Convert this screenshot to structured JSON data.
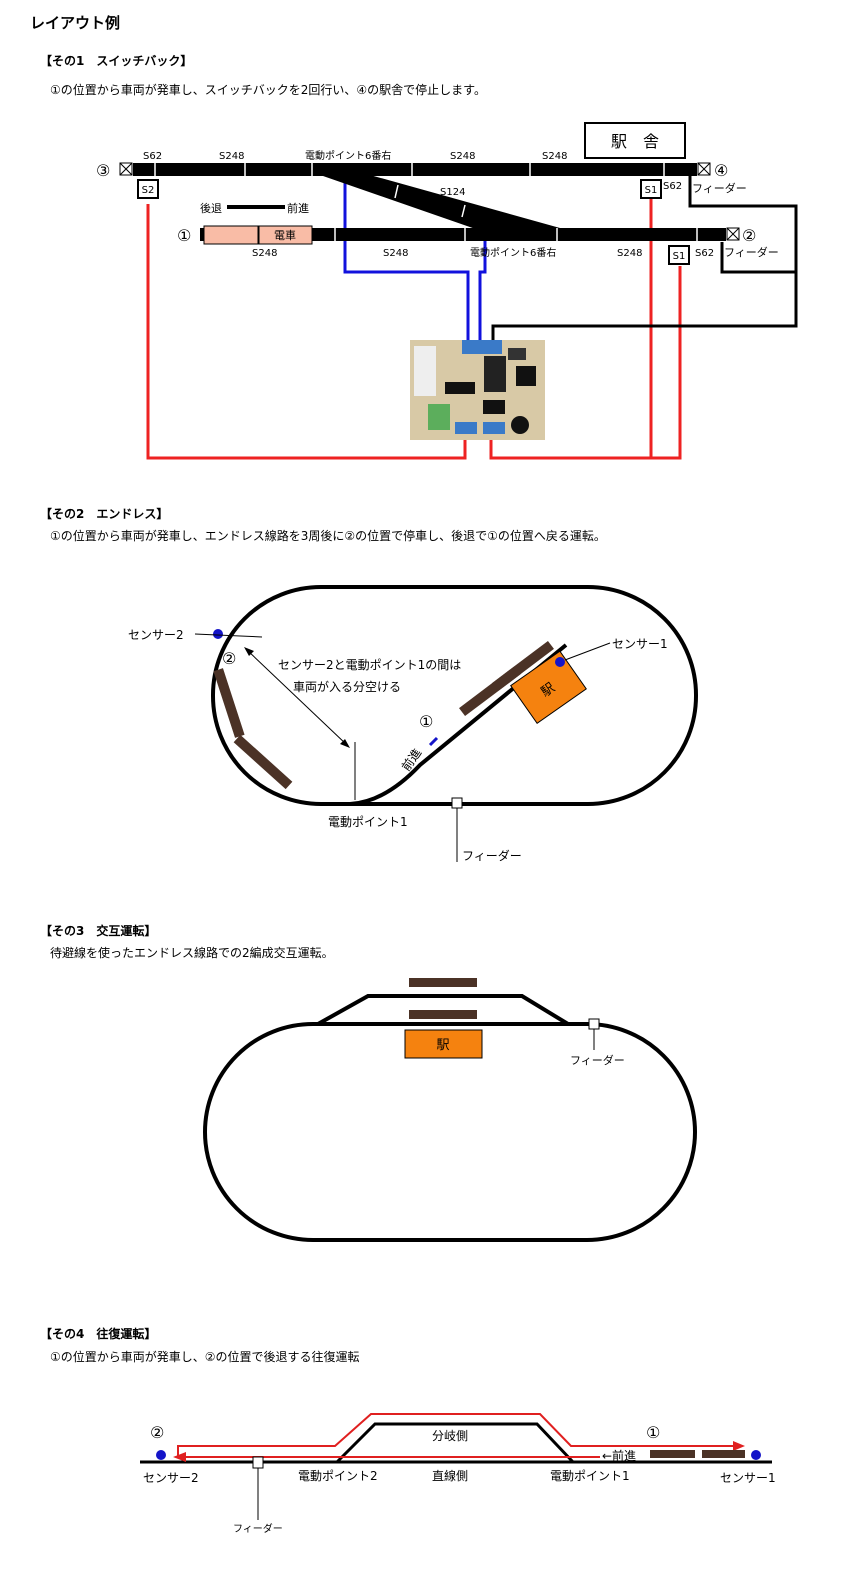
{
  "title": "レイアウト例",
  "section1": {
    "heading": "【その1　スイッチバック】",
    "desc": "①の位置から車両が発車し、スイッチバックを2回行い、④の駅舎で停止します。",
    "station": "駅　舎",
    "marks": [
      "③",
      "④",
      "①",
      "②"
    ],
    "top_labels": [
      "S62",
      "S248",
      "電動ポイント6番右",
      "S248",
      "S248"
    ],
    "diag_label": "S124",
    "bottom_labels": [
      "S248",
      "S248",
      "電動ポイント6番右",
      "S248"
    ],
    "s62_labels": [
      "S62",
      "S62"
    ],
    "sensors": [
      "S2",
      "S1",
      "S1"
    ],
    "feeder": "フィーダー",
    "back": "後退",
    "forward": "前進",
    "train": "電車",
    "colors": {
      "sensor_wire": "#ee2222",
      "point_wire": "#1111dd",
      "train": "#f9bca6"
    }
  },
  "section2": {
    "heading": "【その2　エンドレス】",
    "desc": "①の位置から車両が発車し、エンドレス線路を3周後に②の位置で停車し、後退で①の位置へ戻る運転。",
    "sensor2": "センサー2",
    "sensor1": "センサー1",
    "note1": "センサー2と電動ポイント1の間は",
    "note2": "車両が入る分空ける",
    "mark1": "①",
    "mark2": "②",
    "forward": "前進",
    "station": "駅",
    "point": "電動ポイント1",
    "feeder": "フィーダー",
    "colors": {
      "station": "#f5820f",
      "sensor": "#1414c8"
    }
  },
  "section3": {
    "heading": "【その3　交互運転】",
    "desc": "待避線を使ったエンドレス線路での2編成交互運転。",
    "station": "駅",
    "feeder": "フィーダー"
  },
  "section4": {
    "heading": "【その4　往復運転】",
    "desc": "①の位置から車両が発車し、②の位置で後退する往復運転",
    "mark2": "②",
    "mark1": "①",
    "branch": "分岐側",
    "straight": "直線側",
    "point2": "電動ポイント2",
    "point1": "電動ポイント1",
    "sensor2": "センサー2",
    "sensor1": "センサー1",
    "forward": "←前進",
    "feeder": "フィーダー",
    "colors": {
      "route": "#e02020"
    }
  }
}
